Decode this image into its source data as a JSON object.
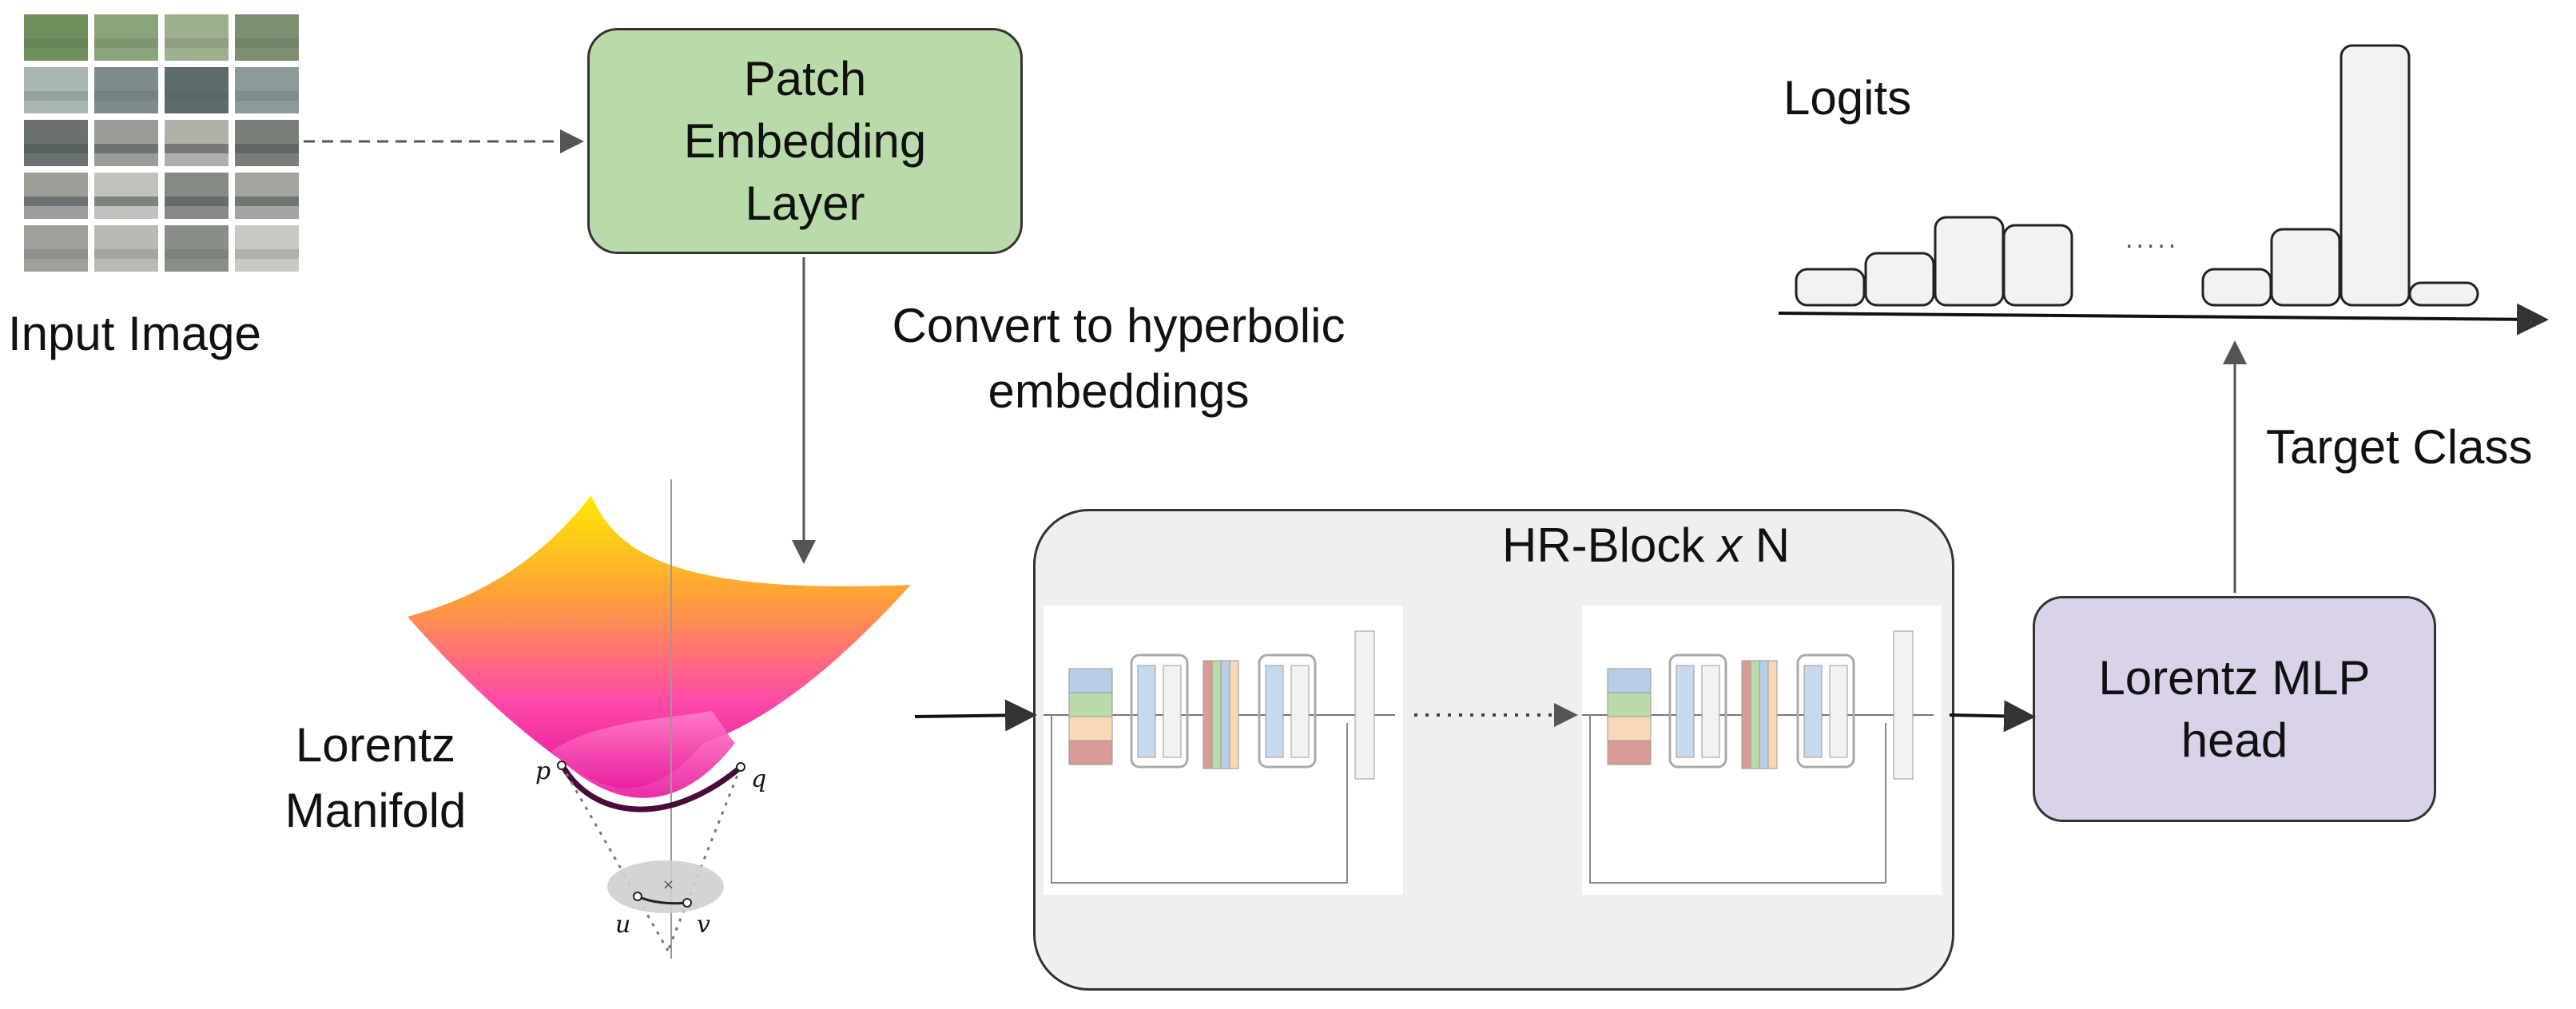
{
  "input_image": {
    "label": "Input Image"
  },
  "patch_embedding": {
    "label": "Patch\nEmbedding\nLayer"
  },
  "convert": {
    "label_line1": "Convert to hyperbolic",
    "label_line2": "embeddings"
  },
  "manifold": {
    "label_line1": "Lorentz",
    "label_line2": "Manifold",
    "points": {
      "p": "p",
      "q": "q",
      "u": "u",
      "v": "v"
    }
  },
  "hr_block": {
    "label_prefix": "HR-Block ",
    "label_x": "x",
    "label_suffix": " N"
  },
  "mlp_head": {
    "label": "Lorentz MLP\nhead"
  },
  "target": {
    "label": "Target Class"
  },
  "logits": {
    "label": "Logits",
    "ellipsis": "....."
  },
  "colors": {
    "patch_green": "#b9dba9",
    "mlp_purple": "#d9d2e9",
    "hr_gray": "#efefef",
    "bar_fill": "#f2f2f2",
    "manifold_yellow": "#ffea00",
    "manifold_magenta": "#e0149a"
  }
}
